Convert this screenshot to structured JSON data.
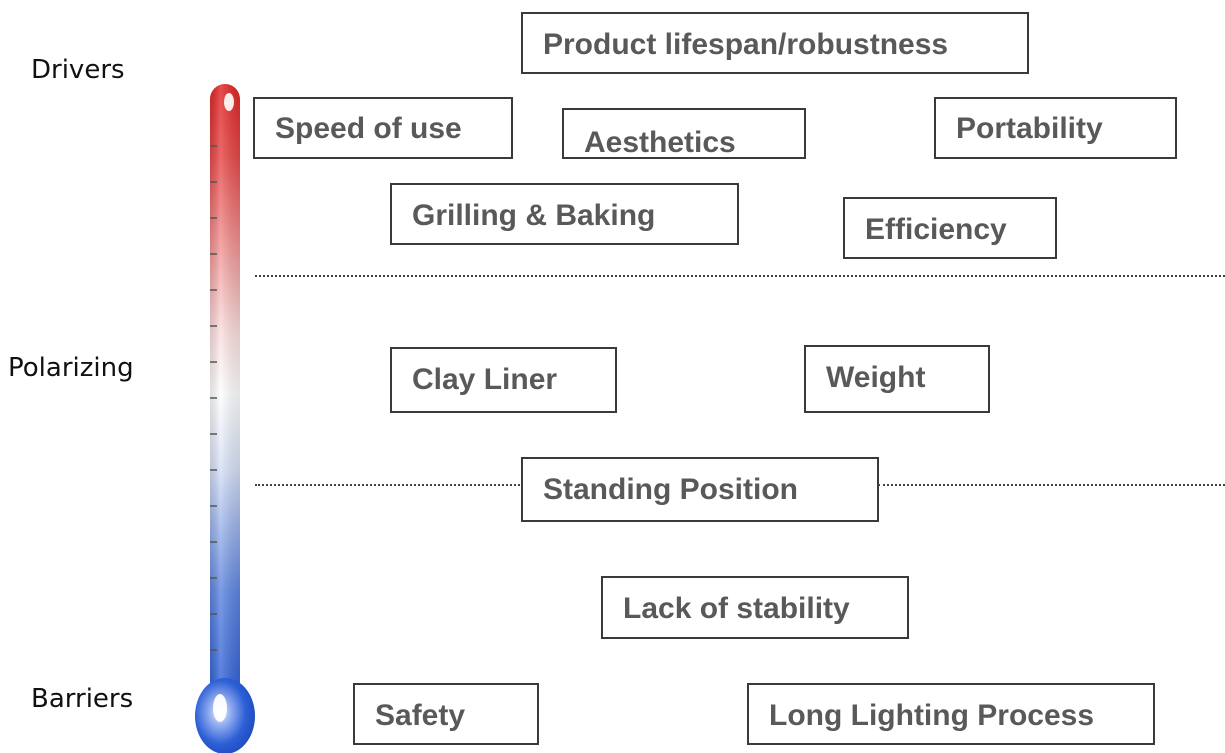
{
  "scale": {
    "top_label": "Drivers",
    "middle_label": "Polarizing",
    "bottom_label": "Barriers",
    "colors": {
      "driver": "#e02525",
      "neutral": "#ffffff",
      "barrier": "#2d5fd6"
    }
  },
  "factors": {
    "product_lifespan": "Product lifespan/robustness",
    "speed_of_use": "Speed of use",
    "aesthetics": "Aesthetics",
    "portability": "Portability",
    "grilling_baking": "Grilling & Baking",
    "efficiency": "Efficiency",
    "clay_liner": "Clay Liner",
    "weight": "Weight",
    "standing_position": "Standing Position",
    "lack_of_stability": "Lack of stability",
    "safety": "Safety",
    "long_lighting": "Long Lighting Process"
  }
}
